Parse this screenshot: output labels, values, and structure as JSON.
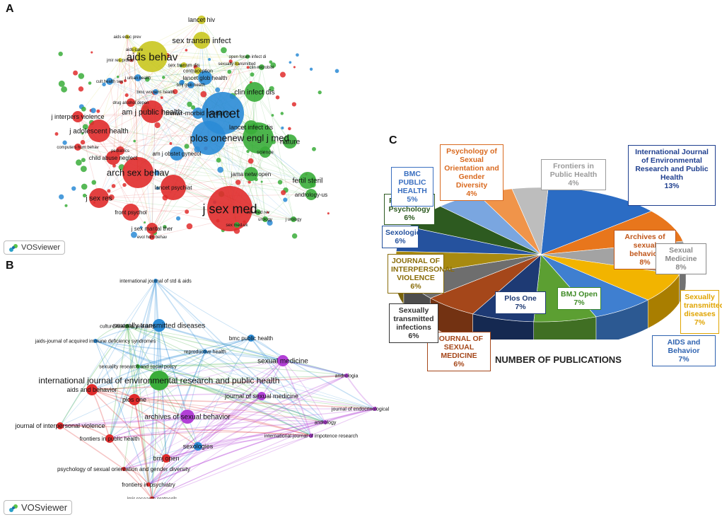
{
  "panels": {
    "a": "A",
    "b": "B",
    "c": "C"
  },
  "vosviewer": {
    "label": "VOSviewer",
    "icon": "vosviewer-logo-icon"
  },
  "colors": {
    "cluster_red": "#e02b2b",
    "cluster_green": "#3aad3a",
    "cluster_blue": "#2a8bd6",
    "cluster_yellow": "#c9c61f",
    "cluster_purple": "#b23fd6"
  },
  "network_a": {
    "labels": [
      {
        "t": "lancet hiv",
        "c": "yellow"
      },
      {
        "t": "aids educ prev",
        "c": "yellow"
      },
      {
        "t": "sex transm infect",
        "c": "yellow"
      },
      {
        "t": "aids care",
        "c": "yellow"
      },
      {
        "t": "aids behav",
        "c": "yellow"
      },
      {
        "t": "jmir res protoc",
        "c": "yellow"
      },
      {
        "t": "sex transm dis",
        "c": "yellow"
      },
      {
        "t": "sexually transmitted",
        "c": "yellow"
      },
      {
        "t": "open forum infect di",
        "c": "green"
      },
      {
        "t": "contraception",
        "c": "yellow"
      },
      {
        "t": "lancet glob health",
        "c": "blue"
      },
      {
        "t": "cult health sex",
        "c": "blue"
      },
      {
        "t": "j urban health",
        "c": "blue"
      },
      {
        "t": "bmj glob health",
        "c": "blue"
      },
      {
        "t": "clin microbiol",
        "c": "green"
      },
      {
        "t": "bmc womens health",
        "c": "blue"
      },
      {
        "t": "drug alcohol depen",
        "c": "red"
      },
      {
        "t": "clin infect dis",
        "c": "green"
      },
      {
        "t": "mmwr-morbid mortal w",
        "c": "blue"
      },
      {
        "t": "j interpers violence",
        "c": "red"
      },
      {
        "t": "am j public health",
        "c": "red"
      },
      {
        "t": "lancet",
        "c": "blue"
      },
      {
        "t": "lancet infect dis",
        "c": "green"
      },
      {
        "t": "j adolescent health",
        "c": "red"
      },
      {
        "t": "plos one",
        "c": "blue"
      },
      {
        "t": "new engl j med",
        "c": "green"
      },
      {
        "t": "nature",
        "c": "green"
      },
      {
        "t": "child abuse neglect",
        "c": "red"
      },
      {
        "t": "am j obstet gynecol",
        "c": "blue"
      },
      {
        "t": "science",
        "c": "green"
      },
      {
        "t": "arch sex behav",
        "c": "red"
      },
      {
        "t": "jama netw open",
        "c": "green"
      },
      {
        "t": "fertil steril",
        "c": "green"
      },
      {
        "t": "lancet psychiat",
        "c": "red"
      },
      {
        "t": "j sex res",
        "c": "red"
      },
      {
        "t": "j sex med",
        "c": "red"
      },
      {
        "t": "andrology-us",
        "c": "green"
      },
      {
        "t": "front psychol",
        "c": "red"
      },
      {
        "t": "sex med rev",
        "c": "green"
      },
      {
        "t": "j sex marital ther",
        "c": "red"
      },
      {
        "t": "sex med-uk",
        "c": "green"
      },
      {
        "t": "urology",
        "c": "green"
      },
      {
        "t": "j urology",
        "c": "green"
      },
      {
        "t": "evol hum behav",
        "c": "red"
      },
      {
        "t": "computers hum behav",
        "c": "red"
      },
      {
        "t": "pediatrics",
        "c": "red"
      }
    ]
  },
  "network_b": {
    "labels": [
      {
        "t": "international journal of std & aids",
        "c": "blue"
      },
      {
        "t": "culture health & sexuality",
        "c": "green"
      },
      {
        "t": "sexually transmitted diseases",
        "c": "blue"
      },
      {
        "t": "bmc public health",
        "c": "blue"
      },
      {
        "t": "jaids-journal of acquired immune deficiency syndromes",
        "c": "blue"
      },
      {
        "t": "reproductive health",
        "c": "blue"
      },
      {
        "t": "sexuality research and social policy",
        "c": "green"
      },
      {
        "t": "sexual medicine",
        "c": "purple"
      },
      {
        "t": "international journal of environmental research and public health",
        "c": "green"
      },
      {
        "t": "aids and behavior",
        "c": "red"
      },
      {
        "t": "andrologia",
        "c": "purple"
      },
      {
        "t": "journal of sexual medicine",
        "c": "purple"
      },
      {
        "t": "plos one",
        "c": "red"
      },
      {
        "t": "journal of endocrinological investigation",
        "c": "purple"
      },
      {
        "t": "archives of sexual behavior",
        "c": "purple"
      },
      {
        "t": "andrology",
        "c": "purple"
      },
      {
        "t": "journal of interpersonal violence",
        "c": "red"
      },
      {
        "t": "frontiers in public health",
        "c": "red"
      },
      {
        "t": "international journal of impotence research",
        "c": "purple"
      },
      {
        "t": "sexologies",
        "c": "blue"
      },
      {
        "t": "bmj open",
        "c": "red"
      },
      {
        "t": "psychology of sexual orientation and gender diversity",
        "c": "red"
      },
      {
        "t": "frontiers in psychiatry",
        "c": "red"
      },
      {
        "t": "jmir research protocols",
        "c": "red"
      }
    ]
  },
  "chart_data": {
    "type": "pie",
    "title": "NUMBER OF PUBLICATIONS",
    "slices": [
      {
        "name": "International Journal of Environmental Research and Public Health",
        "value": 13,
        "label": "13%",
        "color": "#2b6cc4",
        "text_color": "#1f3f8f"
      },
      {
        "name": "Archives of sexual behavior",
        "value": 8,
        "label": "8%",
        "color": "#e8761c",
        "text_color": "#c0561a"
      },
      {
        "name": "Sexual Medicine",
        "value": 8,
        "label": "8%",
        "color": "#a3a3a3",
        "text_color": "#8a8a8a"
      },
      {
        "name": "Sexually transmitted diseases",
        "value": 7,
        "label": "7%",
        "color": "#f2b400",
        "text_color": "#e0a400"
      },
      {
        "name": "AIDS and Behavior",
        "value": 7,
        "label": "7%",
        "color": "#3f7fd0",
        "text_color": "#2f63b0"
      },
      {
        "name": "BMJ Open",
        "value": 7,
        "label": "7%",
        "color": "#5c9f32",
        "text_color": "#3e8a25"
      },
      {
        "name": "Plos One",
        "value": 7,
        "label": "7%",
        "color": "#1e3a74",
        "text_color": "#1e3a74"
      },
      {
        "name": "JOURNAL OF SEXUAL MEDICINE",
        "value": 6,
        "label": "6%",
        "color": "#a5471a",
        "text_color": "#a5471a"
      },
      {
        "name": "Sexually transmitted infections",
        "value": 6,
        "label": "6%",
        "color": "#6e6e6e",
        "text_color": "#333333"
      },
      {
        "name": "JOURNAL OF INTERPERSONAL VIOLENCE",
        "value": 6,
        "label": "6%",
        "color": "#a88a10",
        "text_color": "#8a6d0a"
      },
      {
        "name": "Sexologies",
        "value": 6,
        "label": "6%",
        "color": "#25529e",
        "text_color": "#25529e"
      },
      {
        "name": "Frontiers in Psychology",
        "value": 6,
        "label": "6%",
        "color": "#2d5a20",
        "text_color": "#2d5a20"
      },
      {
        "name": "BMC PUBLIC HEALTH",
        "value": 5,
        "label": "5%",
        "color": "#7aa6e0",
        "text_color": "#3a6fc0"
      },
      {
        "name": "Psychology of Sexual Orientation and Gender Diversity",
        "value": 4,
        "label": "4%",
        "color": "#f0944a",
        "text_color": "#d96a20"
      },
      {
        "name": "Frontiers in Public Health",
        "value": 4,
        "label": "4%",
        "color": "#bdbdbd",
        "text_color": "#9a9a9a"
      }
    ]
  }
}
